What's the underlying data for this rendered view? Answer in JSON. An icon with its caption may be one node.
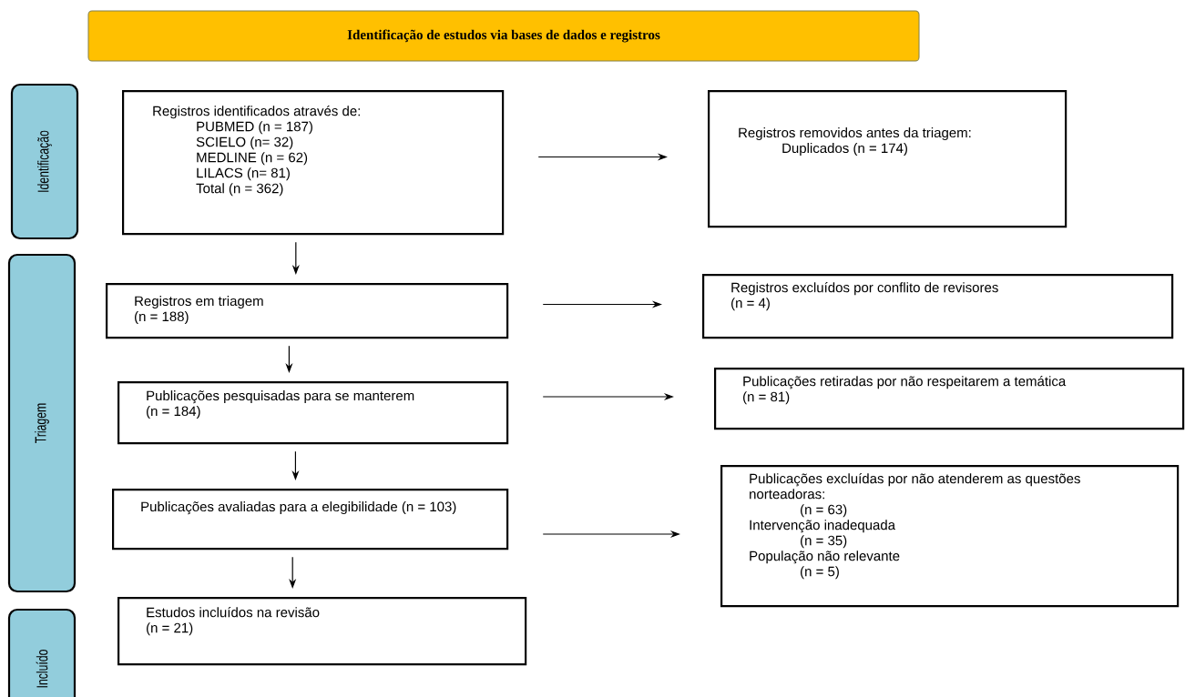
{
  "diagram": {
    "title": "Identificação de estudos via bases de dados e registros",
    "nodes": [
      {
        "text": [
          "Identificação"
        ]
      },
      {
        "text": [
          "Triagem"
        ]
      },
      {
        "text": [
          "Incluído"
        ]
      },
      {
        "text": [
          "Registros identificados através de:",
          "PUBMED (n = 187)",
          "SCIELO (n= 32)",
          "MEDLINE (n = 62)",
          "LILACS (n= 81)",
          "Total (n = 362)"
        ]
      },
      {
        "text": [
          "Registros removidos antes da triagem:",
          "Duplicados (n = 174)"
        ]
      },
      {
        "text": [
          "Registros em triagem",
          "(n = 188)"
        ]
      },
      {
        "text": [
          "Registros excluídos por conflito de revisores",
          "(n = 4)"
        ]
      },
      {
        "text": [
          "Publicações pesquisadas para se manterem",
          "(n = 184)"
        ]
      },
      {
        "text": [
          "Publicações retiradas por não respeitarem a temática",
          "(n = 81)"
        ]
      },
      {
        "text": [
          "Publicações avaliadas para a elegibilidade (n = 103)"
        ]
      },
      {
        "text": [
          "Publicações excluídas por não atenderem as questões norteadoras:",
          "(n = 63)",
          "Intervenção inadequada",
          "(n = 35)",
          "População não relevante",
          "(n = 5)"
        ]
      },
      {
        "text": [
          "Estudos incluídos na revisão",
          "(n = 21)"
        ]
      }
    ],
    "edges": [
      {
        "from": 3,
        "to": 4,
        "arrow": "to"
      },
      {
        "from": 3,
        "to": 5,
        "arrow": "to"
      },
      {
        "from": 5,
        "to": 6,
        "arrow": "to"
      },
      {
        "from": 5,
        "to": 7,
        "arrow": "to"
      },
      {
        "from": 7,
        "to": 8,
        "arrow": "to"
      },
      {
        "from": 7,
        "to": 9,
        "arrow": "to"
      },
      {
        "from": 9,
        "to": 10,
        "arrow": "to"
      },
      {
        "from": 9,
        "to": 11,
        "arrow": "to"
      }
    ]
  }
}
